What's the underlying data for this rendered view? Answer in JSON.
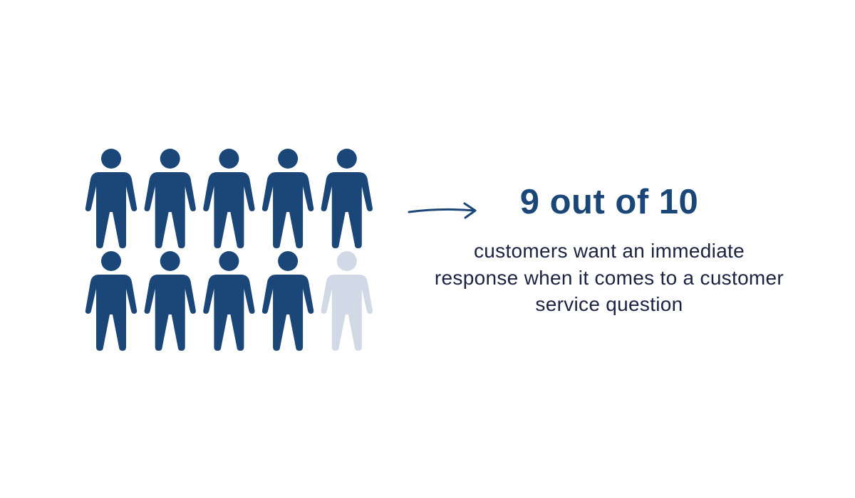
{
  "chart_data": {
    "type": "pictograph",
    "total": 10,
    "highlighted": 9,
    "columns": 5,
    "rows": 2,
    "icon": "person-icon",
    "colors": {
      "highlighted": "#1a4778",
      "rest": "#d0d9e5",
      "text": "#1c2340"
    }
  },
  "headline": "9 out of 10",
  "description": "customers want an immediate response when it comes to a customer service question",
  "arrow_icon": "hand-drawn-arrow-right-icon"
}
